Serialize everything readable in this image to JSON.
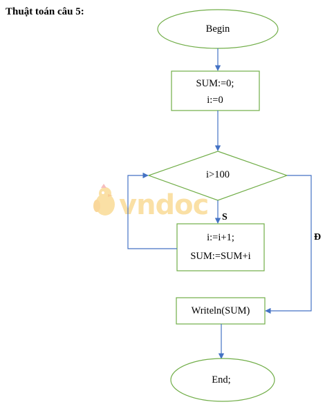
{
  "title": "Thuật toán câu 5:",
  "colors": {
    "node_border": "#70ad47",
    "arrow": "#4472c4",
    "text": "#000000",
    "watermark": "#f7c75c"
  },
  "nodes": {
    "start": "Begin",
    "init": [
      "SUM:=0;",
      "i:=0"
    ],
    "condition": "i>100",
    "loop_body": [
      "i:=i+1;",
      "SUM:=SUM+i"
    ],
    "output": "Writeln(SUM)",
    "end": "End;"
  },
  "edge_labels": {
    "false_branch": "S",
    "true_branch": "Đ"
  },
  "watermark": "vndoc"
}
